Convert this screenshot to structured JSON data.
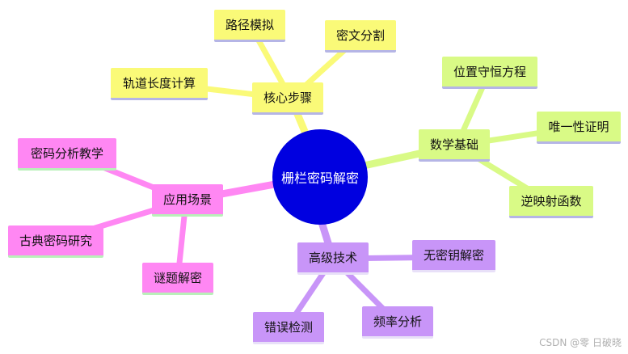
{
  "center": {
    "label": "栅栏密码解密"
  },
  "branches": {
    "core_steps": {
      "label": "核心步骤",
      "children": [
        "路径模拟",
        "密文分割",
        "轨道长度计算"
      ]
    },
    "math_basis": {
      "label": "数学基础",
      "children": [
        "位置守恒方程",
        "唯一性证明",
        "逆映射函数"
      ]
    },
    "applications": {
      "label": "应用场景",
      "children": [
        "密码分析教学",
        "古典密码研究",
        "谜题解密"
      ]
    },
    "advanced": {
      "label": "高级技术",
      "children": [
        "无密钥解密",
        "频率分析",
        "错误检测"
      ]
    }
  },
  "watermark": "CSDN @零 日破晓"
}
